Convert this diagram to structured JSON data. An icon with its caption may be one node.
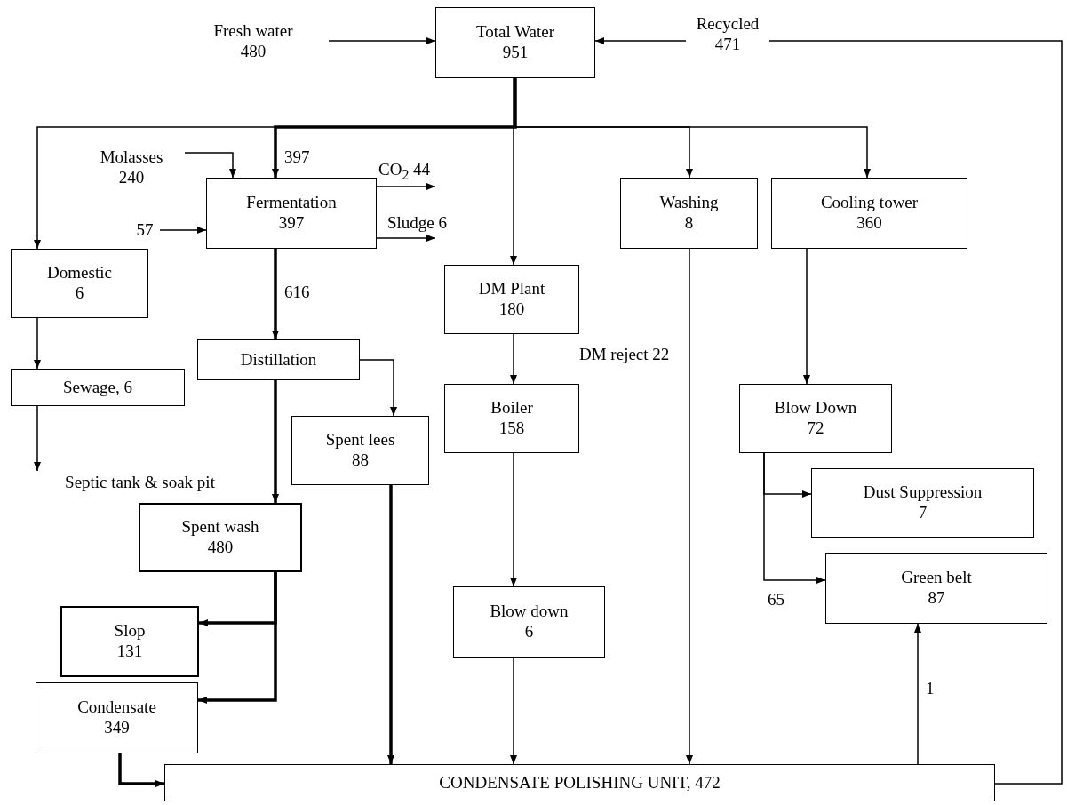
{
  "diagram": {
    "nodes": [
      {
        "text": [
          "Fresh water",
          "480"
        ]
      },
      {
        "text": [
          "Total Water",
          "951"
        ]
      },
      {
        "text": [
          "Molasses",
          "240"
        ]
      },
      {
        "text": [
          "57"
        ]
      },
      {
        "text": [
          "Fermentation",
          "397"
        ]
      },
      {
        "text": [
          "Domestic",
          "6"
        ]
      },
      {
        "text": [
          "Sewage, 6"
        ]
      },
      {
        "text": [
          "Septic tank & soak pit"
        ]
      },
      {
        "text": [
          "Distillation"
        ]
      },
      {
        "text": [
          "Spent lees",
          "88"
        ]
      },
      {
        "text": [
          "Spent wash",
          "480"
        ]
      },
      {
        "text": [
          "Slop",
          "131"
        ]
      },
      {
        "text": [
          "Condensate",
          "349"
        ]
      },
      {
        "text": [
          "DM Plant",
          "180"
        ]
      },
      {
        "text": [
          "Boiler",
          "158"
        ]
      },
      {
        "text": [
          "Blow down",
          "6"
        ]
      },
      {
        "text": [
          "Washing",
          "8"
        ]
      },
      {
        "text": [
          "Cooling tower",
          "360"
        ]
      },
      {
        "text": [
          "Blow Down",
          "72"
        ]
      },
      {
        "text": [
          "Dust Suppression",
          "7"
        ]
      },
      {
        "text": [
          "Green belt",
          "87"
        ]
      },
      {
        "text": [
          "CONDENSATE POLISHING UNIT,  472"
        ]
      }
    ],
    "edges": [
      {
        "from": 0,
        "to": 1,
        "arrow": "to"
      },
      {
        "from": 21,
        "to": 1,
        "arrow": "to",
        "label": "Recycled 471"
      },
      {
        "from": 1,
        "to": 5,
        "arrow": "to"
      },
      {
        "from": 1,
        "to": 4,
        "arrow": "to",
        "label": "397",
        "style": "thick"
      },
      {
        "from": 1,
        "to": 13,
        "arrow": "to"
      },
      {
        "from": 1,
        "to": 16,
        "arrow": "to"
      },
      {
        "from": 1,
        "to": 17,
        "arrow": "to"
      },
      {
        "from": 2,
        "to": 4,
        "arrow": "to"
      },
      {
        "from": 3,
        "to": 4,
        "arrow": "to"
      },
      {
        "from": 4,
        "to": null,
        "arrow": "to",
        "label": "CO$_{2}$  44"
      },
      {
        "from": 4,
        "to": null,
        "arrow": "to",
        "label": "Sludge 6"
      },
      {
        "from": 4,
        "to": 8,
        "arrow": "to",
        "label": "616",
        "style": "thick"
      },
      {
        "from": 5,
        "to": 6,
        "arrow": "to"
      },
      {
        "from": 6,
        "to": 7,
        "arrow": "to"
      },
      {
        "from": 8,
        "to": 10,
        "arrow": "to",
        "style": "thick"
      },
      {
        "from": 8,
        "to": 9,
        "arrow": "to"
      },
      {
        "from": 10,
        "to": 11,
        "arrow": "to",
        "style": "thick"
      },
      {
        "from": 10,
        "to": 12,
        "arrow": "to",
        "style": "thick"
      },
      {
        "from": 12,
        "to": 21,
        "arrow": "to",
        "style": "thick"
      },
      {
        "from": 9,
        "to": 21,
        "arrow": "to",
        "style": "thick"
      },
      {
        "from": 13,
        "to": 14,
        "arrow": "to"
      },
      {
        "from": 14,
        "to": 15,
        "arrow": "to"
      },
      {
        "from": 15,
        "to": 21,
        "arrow": "to"
      },
      {
        "from": 16,
        "to": 21,
        "arrow": "to"
      },
      {
        "from": 17,
        "to": 18,
        "arrow": "to"
      },
      {
        "from": 18,
        "to": 19,
        "arrow": "to"
      },
      {
        "from": 18,
        "to": 20,
        "arrow": "to",
        "label": "65"
      },
      {
        "from": 21,
        "to": 20,
        "arrow": "to",
        "label": "1"
      }
    ],
    "labels": [
      "DM reject 22"
    ]
  }
}
